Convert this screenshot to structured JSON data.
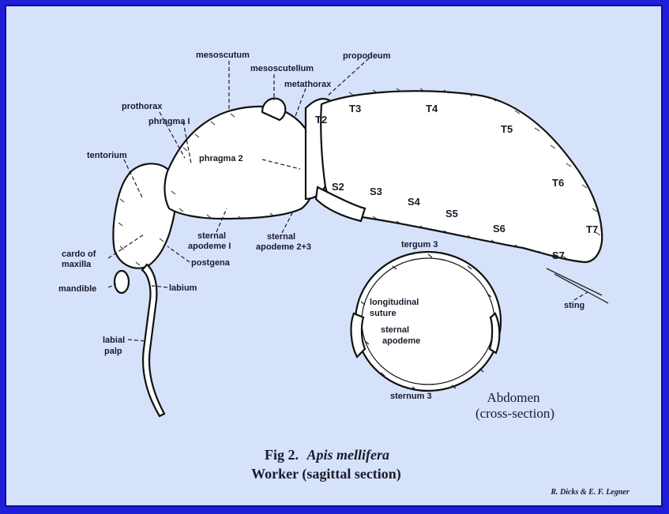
{
  "labels": {
    "mesoscutum": "mesoscutum",
    "mesoscutellum": "mesoscutellum",
    "propodeum": "propodeum",
    "metathorax": "metathorax",
    "prothorax": "prothorax",
    "phragma1": "phragma I",
    "tentorium": "tentorium",
    "phragma2": "phragma 2",
    "sternal_apodeme1_l1": "sternal",
    "sternal_apodeme1_l2": "apodeme I",
    "sternal_apodeme23_l1": "sternal",
    "sternal_apodeme23_l2": "apodeme 2+3",
    "cardo_l1": "cardo of",
    "cardo_l2": "maxilla",
    "postgena": "postgena",
    "mandible": "mandible",
    "labium": "labium",
    "labial_palp_l1": "labial",
    "labial_palp_l2": "palp",
    "sting": "sting",
    "tergum3": "tergum 3",
    "longitudinal_suture_l1": "longitudinal",
    "longitudinal_suture_l2": "suture",
    "sternal_apodeme_cs_l1": "sternal",
    "sternal_apodeme_cs_l2": "apodeme",
    "sternum3": "sternum 3"
  },
  "segments": {
    "T2": "T2",
    "T3": "T3",
    "T4": "T4",
    "T5": "T5",
    "T6": "T6",
    "T7": "T7",
    "S2": "S2",
    "S3": "S3",
    "S4": "S4",
    "S5": "S5",
    "S6": "S6",
    "S7": "S7"
  },
  "abdomen_caption": {
    "line1": "Abdomen",
    "line2": "(cross-section)"
  },
  "figure_caption": {
    "prefix": "Fig 2.",
    "species": "Apis mellifera",
    "line2": "Worker (sagittal section)"
  },
  "credit": "R. Dicks & E. F. Legner",
  "colors": {
    "frame": "#1f1fd8",
    "background": "#d6e2fa",
    "ink": "#1a1a2a"
  }
}
